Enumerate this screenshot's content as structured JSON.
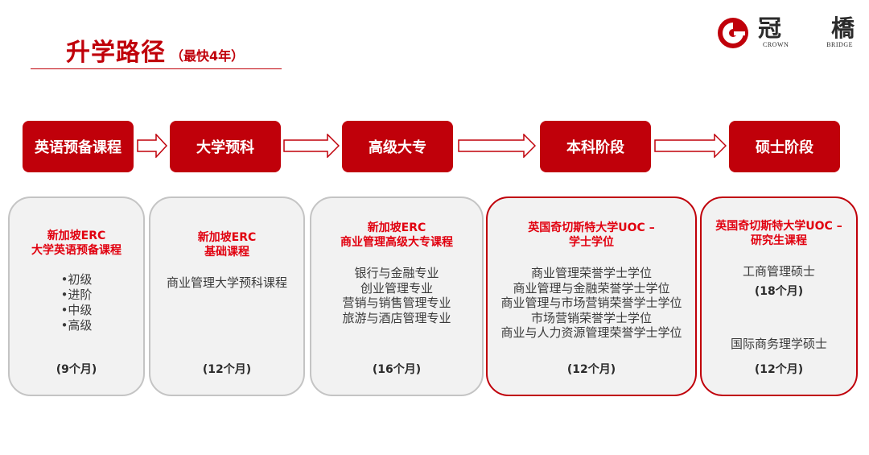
{
  "header": {
    "title": "升学路径",
    "subtitle": "（最快4年）"
  },
  "logo": {
    "cn_char_1": "冠",
    "cn_char_2": "橋",
    "en_word_1": "CROWN",
    "en_word_2": "BRIDGE"
  },
  "colors": {
    "accent": "#c0000a",
    "heading_red": "#e1000f",
    "card_bg": "#f2f2f2"
  },
  "stages": [
    {
      "label": "英语预备课程"
    },
    {
      "label": "大学预科"
    },
    {
      "label": "高级大专"
    },
    {
      "label": "本科阶段"
    },
    {
      "label": "硕士阶段"
    }
  ],
  "cards": [
    {
      "heading_1": "新加坡ERC",
      "heading_2": "大学英语预备课程",
      "items": [
        "•初级",
        "•进阶",
        "•中级",
        "•高级"
      ],
      "duration": "(9个月)"
    },
    {
      "heading_1": "新加坡ERC",
      "heading_2": "基础课程",
      "items": [
        "商业管理大学预科课程"
      ],
      "duration": "(12个月)"
    },
    {
      "heading_1": "新加坡ERC",
      "heading_2": "商业管理高级大专课程",
      "items": [
        "银行与金融专业",
        "创业管理专业",
        "营销与销售管理专业",
        "旅游与酒店管理专业"
      ],
      "duration": "(16个月)"
    },
    {
      "heading_1": "英国奇切斯特大学UOC –",
      "heading_2": "学士学位",
      "items": [
        "商业管理荣誉学士学位",
        "商业管理与金融荣誉学士学位",
        "商业管理与市场营销荣誉学士学位",
        "市场营销荣誉学士学位",
        "商业与人力资源管理荣誉学士学位"
      ],
      "duration": "(12个月)"
    },
    {
      "heading_1": "英国奇切斯特大学UOC –",
      "heading_2": "研究生课程",
      "program_1": "工商管理硕士",
      "duration_1": "(18个月)",
      "program_2": "国际商务理学硕士",
      "duration": "(12个月)"
    }
  ]
}
